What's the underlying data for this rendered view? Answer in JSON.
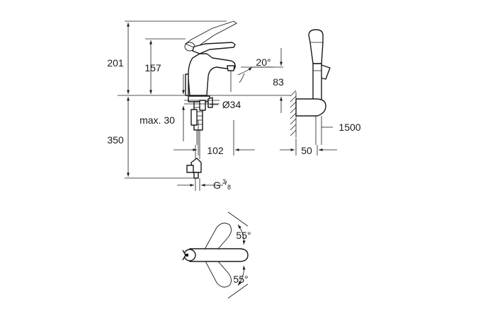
{
  "dimensions": {
    "d201": "201",
    "d157": "157",
    "d20deg": "20°",
    "d83": "83",
    "d34": "Ø34",
    "dmax30": "max. 30",
    "d350": "350",
    "d102": "102",
    "d50": "50",
    "d1500": "1500",
    "thread_g": "G",
    "thread_num": "3",
    "thread_den": "8",
    "angle_top": "55°",
    "angle_bottom": "55°"
  },
  "colors": {
    "line": "#1a1a1a",
    "background": "#ffffff"
  },
  "icons": [
    "technical-drawing-arrowheads"
  ]
}
